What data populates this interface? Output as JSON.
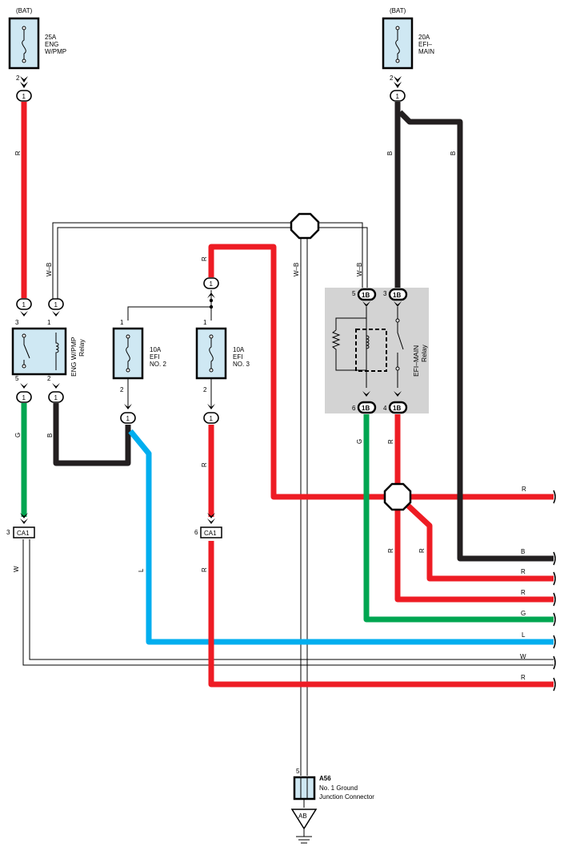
{
  "fuses": {
    "eng_wpmp": {
      "source": "(BAT)",
      "amp": "25A",
      "line1": "ENG",
      "line2": "W/PMP",
      "pin_top": "2"
    },
    "efi_main": {
      "source": "(BAT)",
      "amp": "20A",
      "line1": "EFI–",
      "line2": "MAIN",
      "pin_top": "2"
    },
    "efi_no2": {
      "amp": "10A",
      "line1": "EFI",
      "line2": "NO. 2",
      "pin_in": "1",
      "pin_out": "2"
    },
    "efi_no3": {
      "amp": "10A",
      "line1": "EFI",
      "line2": "NO. 3",
      "pin_in": "1",
      "pin_out": "2"
    }
  },
  "relays": {
    "eng_wpmp": {
      "line1": "ENG W/PMP",
      "line2": "Relay",
      "pin_a": "3",
      "pin_b": "1",
      "pin_c": "5",
      "pin_d": "2"
    },
    "efi_main": {
      "line1": "EFI–MAIN",
      "line2": "Relay",
      "pin_a": "5",
      "pin_b": "3",
      "pin_c": "6",
      "pin_d": "4"
    }
  },
  "connectors": {
    "one": "1",
    "oneB": "1B",
    "ca1": "CA1",
    "ca1_pin_left": "3",
    "ca1_pin_right": "6",
    "ground_pin": "5",
    "ground_code": "A56",
    "ground_line1": "No.  1 Ground",
    "ground_line2": "Junction Connector",
    "ground_symbol": "AB"
  },
  "wire_labels": {
    "R": "R",
    "B": "B",
    "G": "G",
    "L": "L",
    "W": "W",
    "WB": "W–B"
  },
  "wire_colors": {
    "red": "#ee1c24",
    "black": "#231f20",
    "green": "#00a651",
    "blue": "#00aeef",
    "white": "#ffffff"
  }
}
